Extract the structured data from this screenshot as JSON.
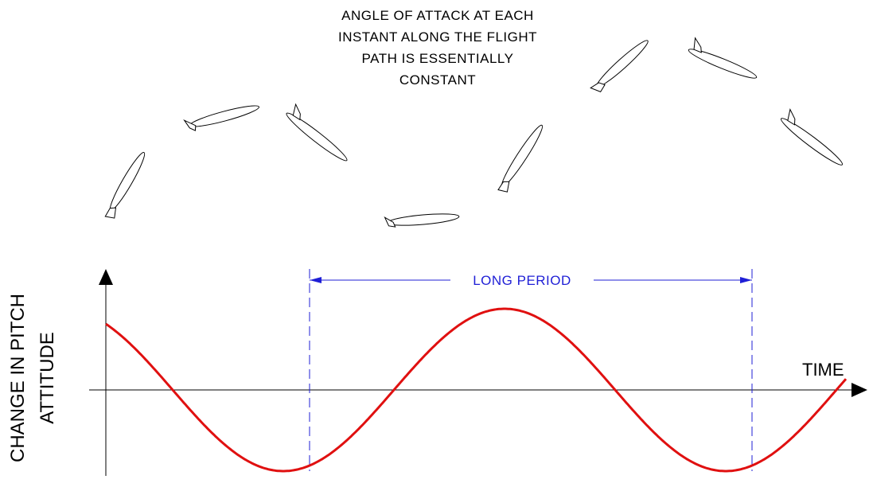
{
  "diagram": {
    "annotation_lines": [
      "ANGLE OF ATTACK AT EACH",
      "INSTANT ALONG THE FLIGHT",
      "PATH IS ESSENTIALLY",
      "CONSTANT"
    ],
    "x_axis_label": "TIME",
    "y_axis_label_lines": [
      "CHANGE IN PITCH",
      "ATTITUDE"
    ],
    "period_label": "LONG PERIOD",
    "colors": {
      "curve": "#e01010",
      "period_marker": "#1f1fd6",
      "axes": "#000000"
    },
    "airplane_icons": [
      "airplane-icon-climbing",
      "airplane-icon-level-left",
      "airplane-icon-nose-down-1",
      "airplane-icon-bottom",
      "airplane-icon-climbing-2",
      "airplane-icon-top",
      "airplane-icon-nose-down-2",
      "airplane-icon-descending"
    ]
  }
}
